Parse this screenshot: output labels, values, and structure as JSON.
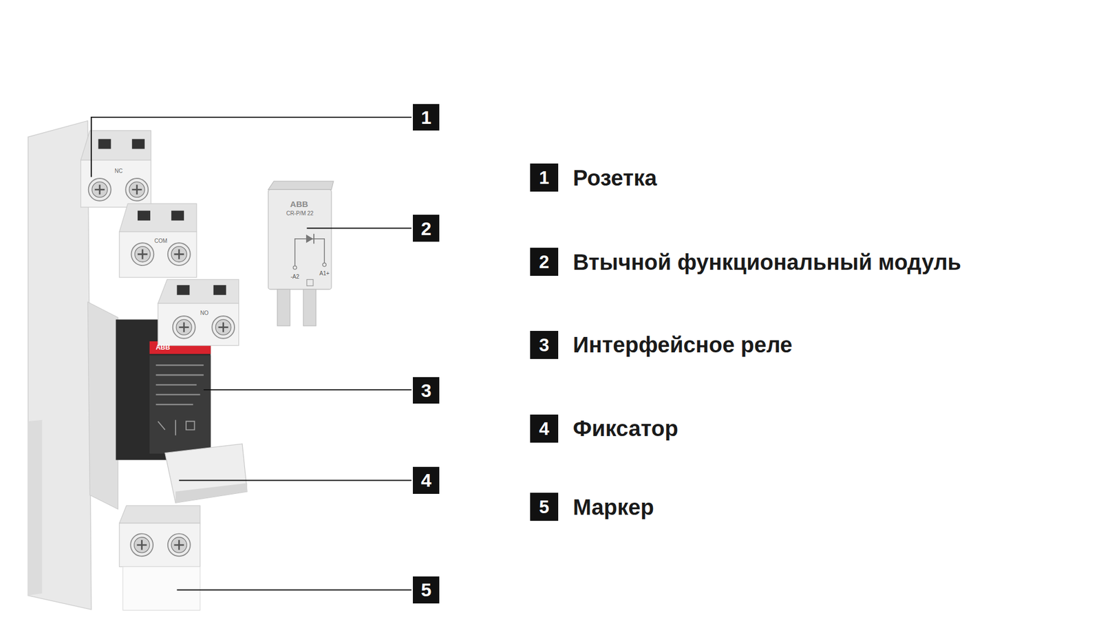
{
  "diagram": {
    "nodes": [
      {
        "text": [
          "1"
        ]
      },
      {
        "text": [
          "2"
        ]
      },
      {
        "text": [
          "3"
        ]
      },
      {
        "text": [
          "4"
        ]
      },
      {
        "text": [
          "5"
        ]
      },
      {
        "text": [
          "1",
          "Розетка"
        ]
      },
      {
        "text": [
          "2",
          "Втычной функциональный модуль"
        ]
      },
      {
        "text": [
          "3",
          "Интерфейсное реле"
        ]
      },
      {
        "text": [
          "4",
          "Фиксатор"
        ]
      },
      {
        "text": [
          "5",
          "Маркер"
        ]
      }
    ],
    "labels": [
      "ABB",
      "CR-P/M 22",
      "-A2",
      "A1+",
      "ABB",
      "NC",
      "COM",
      "NO"
    ]
  }
}
